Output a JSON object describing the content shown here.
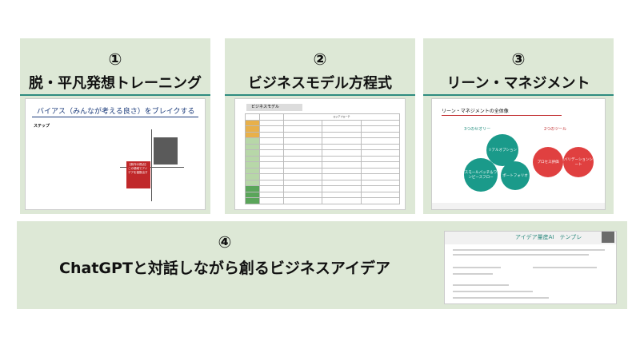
{
  "panels": [
    {
      "num": "①",
      "title": "脱・平凡発想トレーニング"
    },
    {
      "num": "②",
      "title": "ビジネスモデル方程式"
    },
    {
      "num": "③",
      "title": "リーン・マネジメント"
    },
    {
      "num": "④",
      "title": "ChatGPTと対話しながら創るビジネスアイデア"
    }
  ],
  "thumb1": {
    "title": "バイアス（みんなが考える良さ）をブレイクする",
    "step": "ステップ",
    "box_red": "【新作の視点】この領域でアイデアを複数出す"
  },
  "thumb2": {
    "header": "ビジネスモデル",
    "col_header": "ロジアプローチ"
  },
  "thumb3": {
    "title": "リーン・マネジメントの全体像",
    "sub1": "3つのセオリー",
    "sub2": "2つのツール",
    "c1": "リアルオプション",
    "c2": "スモールバッチ＆ワンピースフロー",
    "c3": "ポートフォリオ",
    "c4": "プロセス評価",
    "c5": "バリデーションシート"
  },
  "thumb4": {
    "title": "アイデア量産AI　テンプレ"
  },
  "colors": {
    "panel_bg": "#dde8d6",
    "accent": "#2e8b7f",
    "red": "#c0282a"
  }
}
